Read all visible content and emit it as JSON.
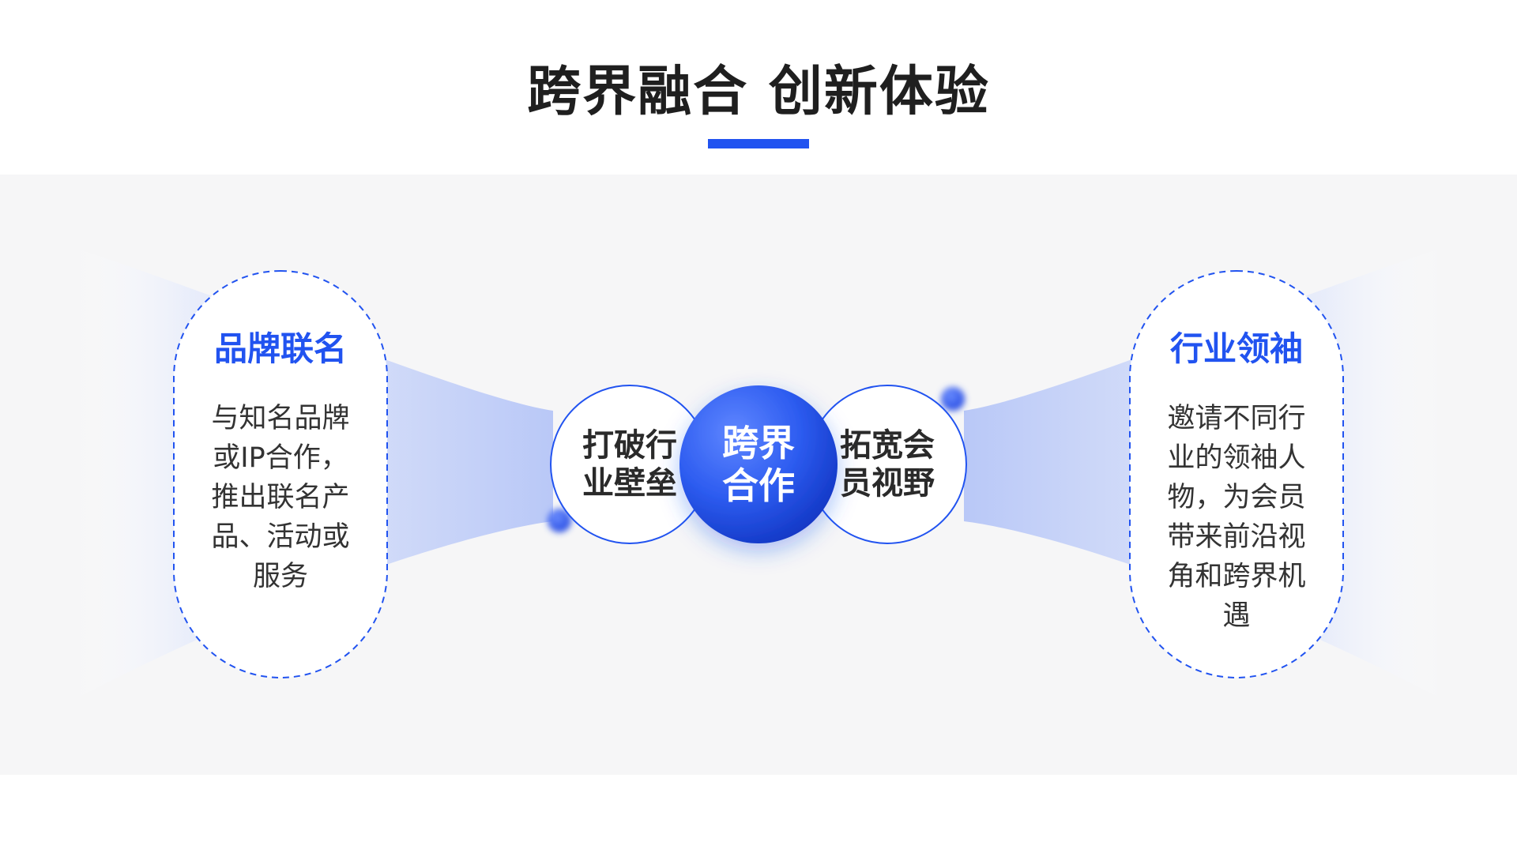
{
  "title": "跨界融合  创新体验",
  "colors": {
    "accent": "#2153f0",
    "panel_bg": "#f6f6f7",
    "text_dark": "#1f1f1f"
  },
  "left_card": {
    "title": "品牌联名",
    "desc_lines": [
      "与知名品牌",
      "或IP合作，",
      "推出联名产",
      "品、活动或",
      "服务"
    ]
  },
  "right_card": {
    "title": "行业领袖",
    "desc_lines": [
      "邀请不同行",
      "业的领袖人",
      "物，为会员",
      "带来前沿视",
      "角和跨界机",
      "遇"
    ]
  },
  "left_circle": {
    "lines": [
      "打破行",
      "业壁垒"
    ]
  },
  "center_circle": {
    "lines": [
      "跨界",
      "合作"
    ]
  },
  "right_circle": {
    "lines": [
      "拓宽会",
      "员视野"
    ]
  }
}
